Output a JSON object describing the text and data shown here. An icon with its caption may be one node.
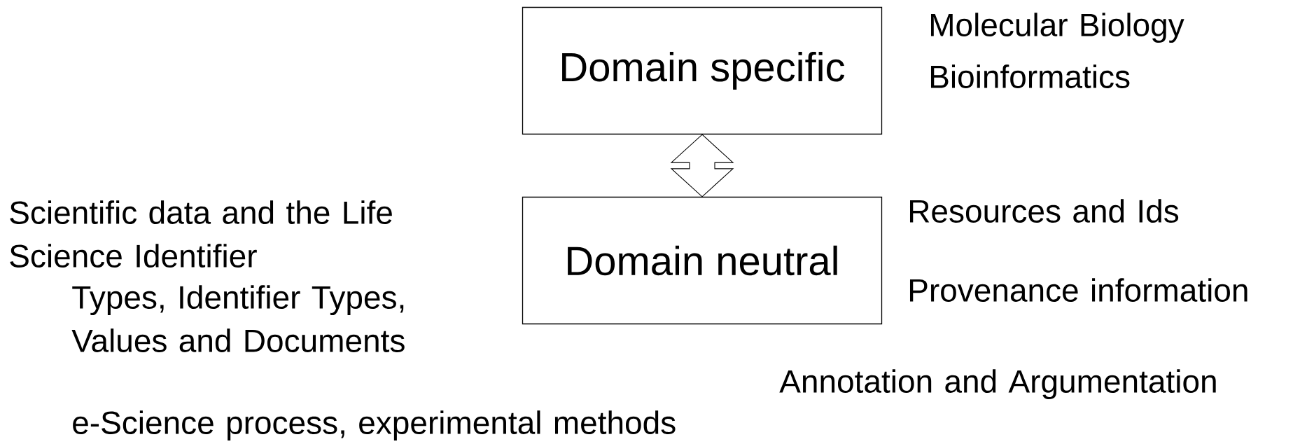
{
  "diagram": {
    "nodes": [
      {
        "text": [
          "Domain specific"
        ]
      },
      {
        "text": [
          "Domain neutral"
        ]
      }
    ],
    "edges": [
      {
        "from": 0,
        "to": 1,
        "arrow": "both"
      }
    ],
    "labels": [
      "Molecular Biology",
      "Bioinformatics",
      "Scientific data and the Life Science Identifier",
      "Resources and Ids",
      "Types, Identifier Types, Values and Documents",
      "Provenance information",
      "Annotation and Argumentation",
      "e-Science process, experimental methods"
    ]
  }
}
